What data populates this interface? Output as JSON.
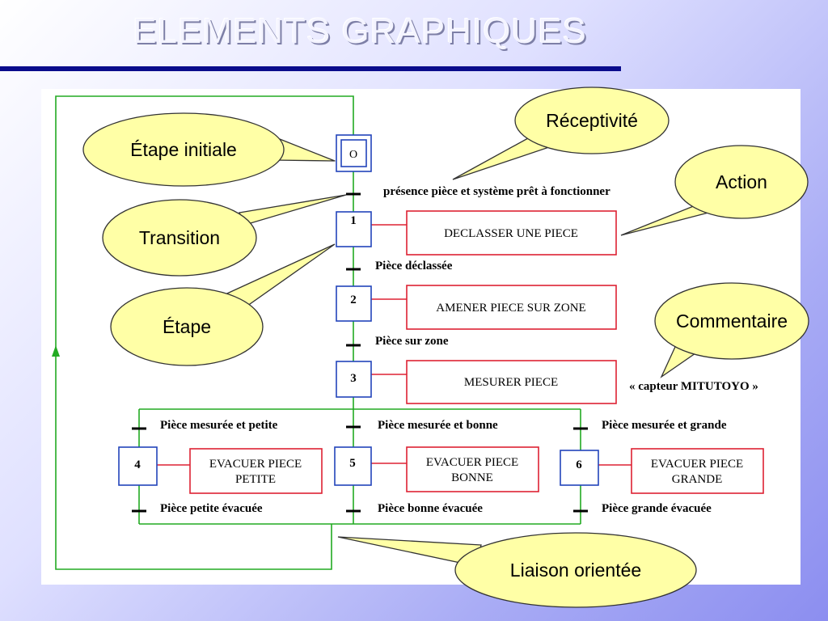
{
  "title": "ELEMENTS GRAPHIQUES",
  "steps": {
    "initial": "O",
    "s1": "1",
    "s2": "2",
    "s3": "3",
    "s4": "4",
    "s5": "5",
    "s6": "6"
  },
  "actions": {
    "a1": "DECLASSER UNE PIECE",
    "a2": "AMENER PIECE SUR ZONE",
    "a3": "MESURER PIECE",
    "a4_line1": "EVACUER PIECE",
    "a4_line2": "PETITE",
    "a5_line1": "EVACUER PIECE",
    "a5_line2": "BONNE",
    "a6_line1": "EVACUER PIECE",
    "a6_line2": "GRANDE"
  },
  "receptivities": {
    "t0": "présence pièce et système prêt à fonctionner",
    "t1": "Pièce déclassée",
    "t2": "Pièce sur zone",
    "t3a": "Pièce mesurée et petite",
    "t3b": "Pièce mesurée et bonne",
    "t3c": "Pièce mesurée et grande",
    "t4": "Pièce petite évacuée",
    "t5": "Pièce bonne évacuée",
    "t6": "Pièce grande évacuée"
  },
  "comment_text": "« capteur MITUTOYO »",
  "callouts": {
    "etape_initiale": "Étape initiale",
    "transition": "Transition",
    "etape": "Étape",
    "receptivite": "Réceptivité",
    "action": "Action",
    "commentaire": "Commentaire",
    "liaison": "Liaison orientée"
  },
  "colors": {
    "link": "#22aa22",
    "step": "#2244bb",
    "action": "#dd2233",
    "callout_fill": "#ffffa6",
    "title_bar": "#0a0c8c"
  }
}
